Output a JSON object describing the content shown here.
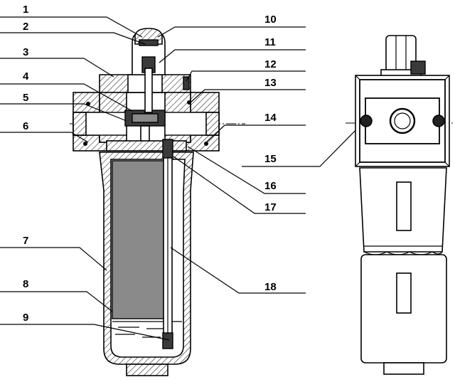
{
  "callouts": [
    {
      "id": "1",
      "label": "1"
    },
    {
      "id": "2",
      "label": "2"
    },
    {
      "id": "3",
      "label": "3"
    },
    {
      "id": "4",
      "label": "4"
    },
    {
      "id": "5",
      "label": "5"
    },
    {
      "id": "6",
      "label": "6"
    },
    {
      "id": "7",
      "label": "7"
    },
    {
      "id": "8",
      "label": "8"
    },
    {
      "id": "9",
      "label": "9"
    },
    {
      "id": "10",
      "label": "10"
    },
    {
      "id": "11",
      "label": "11"
    },
    {
      "id": "12",
      "label": "12"
    },
    {
      "id": "13",
      "label": "13"
    },
    {
      "id": "14",
      "label": "14"
    },
    {
      "id": "15",
      "label": "15"
    },
    {
      "id": "16",
      "label": "16"
    },
    {
      "id": "17",
      "label": "17"
    },
    {
      "id": "18",
      "label": "18"
    }
  ],
  "colors": {
    "line": "#000000",
    "fill_dark": "#3a3a3a",
    "fill_grey": "#8a8a8a",
    "background": "#ffffff"
  }
}
